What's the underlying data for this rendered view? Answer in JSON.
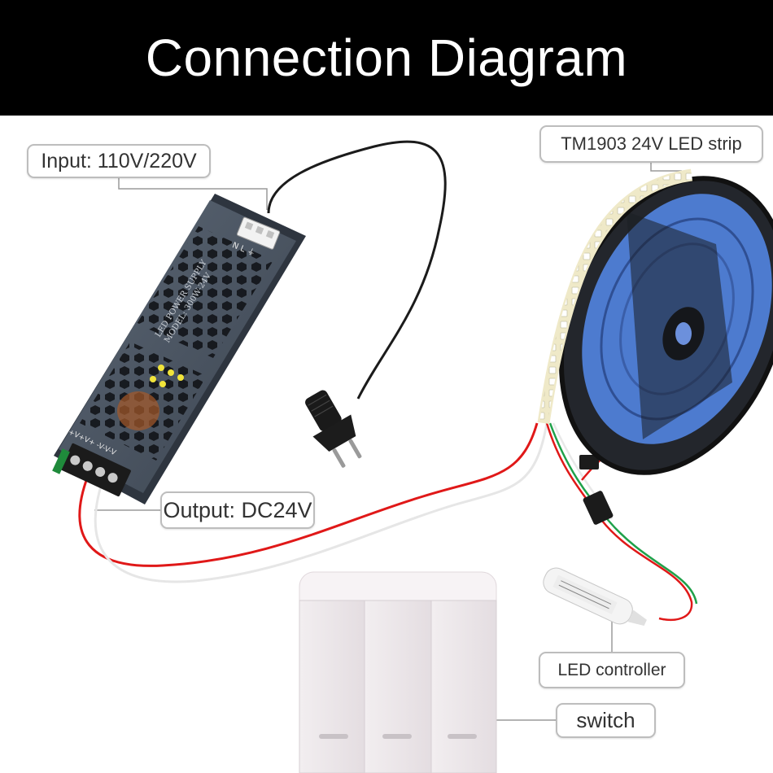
{
  "title": "Connection Diagram",
  "labels": {
    "input": "Input: 110V/220V",
    "output": "Output: DC24V",
    "strip": "TM1903 24V LED strip",
    "controller": "LED controller",
    "switch": "switch"
  },
  "psu": {
    "terminals_top": "N  L  ⏚",
    "lines": [
      "LED POWER SUPPLY",
      "MODEL: 300W-24V"
    ],
    "terminals_bottom": "+V+V+ -V-V-V"
  },
  "colors": {
    "header_bg": "#000000",
    "wire_red": "#e01818",
    "wire_green": "#1fa14a",
    "psu_body": "#4a5563",
    "strip_led": "#f4f1dc",
    "reel": "#2a2d33",
    "reel_blue": "#4d7bcf"
  }
}
